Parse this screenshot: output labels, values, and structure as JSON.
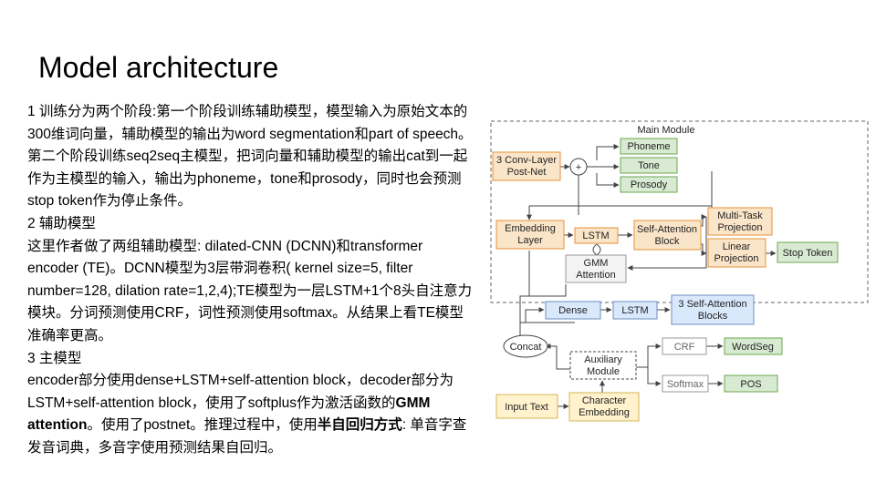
{
  "slide": {
    "title": "Model architecture",
    "paragraphs": [
      [
        "1 训练分为两个阶段:第一个阶段训练辅助模型，模型输入为原始文本的300维词向量，辅助模型的输出为word segmentation和part of speech。第二个阶段训练seq2seq主模型，把词向量和辅助模型的输出cat到一起作为主模型的输入，输出为phoneme，tone和prosody，同时也会预测stop token作为停止条件。"
      ],
      [
        "2 辅助模型"
      ],
      [
        "这里作者做了两组辅助模型: dilated-CNN (DCNN)和transformer encoder (TE)。DCNN模型为3层带洞卷积( kernel size=5, filter number=128, dilation rate=1,2,4);TE模型为一层LSTM+1个8头自注意力模块。分词预测使用CRF，词性预测使用softmax。从结果上看TE模型准确率更高。"
      ],
      [
        "3 主模型"
      ],
      [
        "encoder部分使用dense+LSTM+self-attention block，decoder部分为LSTM+self-attention block，使用了softplus作为激活函数的",
        {
          "b": "GMM attention"
        },
        "。使用了postnet。推理过程中，使用",
        {
          "b": "半自回归方式"
        },
        ": 单音字查发音词典，多音字使用预测结果自回归。"
      ]
    ]
  },
  "diagram": {
    "main_module_label": "Main Module",
    "nodes": {
      "conv_postnet": [
        "3 Conv-Layer",
        "Post-Net"
      ],
      "plus": "+",
      "phoneme": "Phoneme",
      "tone": "Tone",
      "prosody": "Prosody",
      "embedding_layer": [
        "Embedding",
        "Layer"
      ],
      "lstm_decoder": "LSTM",
      "self_attention_block": [
        "Self-Attention",
        "Block"
      ],
      "multi_task": [
        "Multi-Task",
        "Projection"
      ],
      "linear_proj": [
        "Linear",
        "Projection"
      ],
      "stop_token": "Stop Token",
      "gmm_attention": [
        "GMM",
        "Attention"
      ],
      "dense": "Dense",
      "lstm_encoder": "LSTM",
      "self_attention_blocks3": [
        "3 Self-Attention",
        "Blocks"
      ],
      "concat": "Concat",
      "crf": "CRF",
      "wordseg": "WordSeg",
      "auxiliary": [
        "Auxiliary",
        "Module"
      ],
      "softmax": "Softmax",
      "pos": "POS",
      "input_text": "Input Text",
      "char_embedding": [
        "Character",
        "Embedding"
      ]
    },
    "colors": {
      "orange_fill": "#fbe5c8",
      "orange_stroke": "#e69138",
      "green_fill": "#d9ead3",
      "green_stroke": "#6aa84f",
      "blue_fill": "#dae8fc",
      "blue_stroke": "#6c8ebf",
      "yellow_fill": "#fff2cc",
      "yellow_stroke": "#d6b656",
      "gray_fill": "#f3f3f3",
      "gray_stroke": "#999999"
    }
  }
}
